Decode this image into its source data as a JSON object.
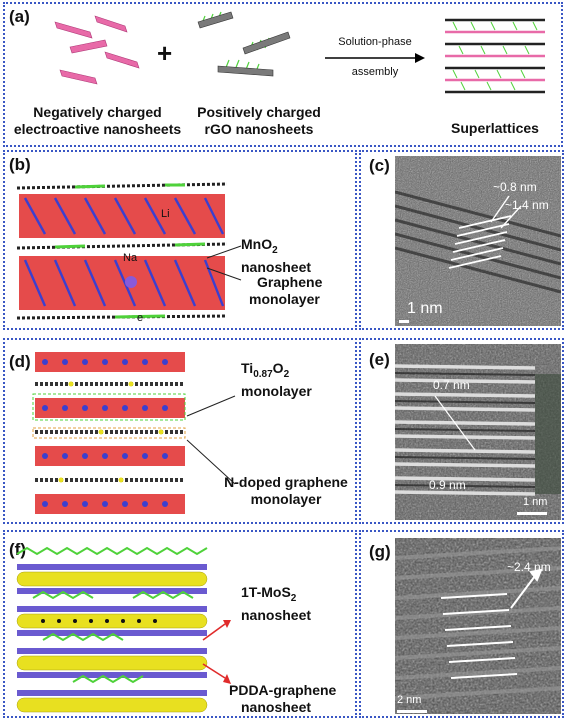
{
  "panel_a": {
    "label": "(a)",
    "plus": "+",
    "arrow_top": "Solution-phase",
    "arrow_bottom": "assembly",
    "left_caption": [
      "Negatively charged",
      "electroactive nanosheets"
    ],
    "middle_caption": [
      "Positively charged",
      "rGO nanosheets"
    ],
    "right_caption": "Superlattices"
  },
  "panel_b": {
    "label": "(b)",
    "mno2_1": "MnO",
    "mno2_sub": "2",
    "mno2_2": "nanosheet",
    "graphene_1": "Graphene",
    "graphene_2": "monolayer",
    "atom_li": "Li",
    "atom_na": "Na",
    "atom_e": "e"
  },
  "panel_c": {
    "label": "(c)",
    "d1": "~0.8 nm",
    "d2": "~1.4 nm",
    "scale": "1 nm"
  },
  "panel_d": {
    "label": "(d)",
    "ti_1": "Ti",
    "ti_sub": "0.87",
    "ti_2": "O",
    "ti_sub2": "2",
    "ti_3": "monolayer",
    "ng_1": "N-doped graphene",
    "ng_2": "monolayer"
  },
  "panel_e": {
    "label": "(e)",
    "d1": "0.7 nm",
    "d2": "0.9 nm",
    "scale": "1 nm"
  },
  "panel_f": {
    "label": "(f)",
    "mos2_1": "1T-MoS",
    "mos2_sub": "2",
    "mos2_2": "nanosheet",
    "pdda_1": "PDDA-graphene",
    "pdda_2": "nanosheet"
  },
  "panel_g": {
    "label": "(g)",
    "d1": "~2.4 nm",
    "scale": "2 nm"
  },
  "colors": {
    "border": "#3a57c4",
    "mno2_red": "#e02b2b",
    "mno2_blue": "#3b3fcf",
    "graphene": "#222222",
    "green": "#4fd23a",
    "yellow": "#e8e020",
    "pink": "#e86aa8"
  }
}
